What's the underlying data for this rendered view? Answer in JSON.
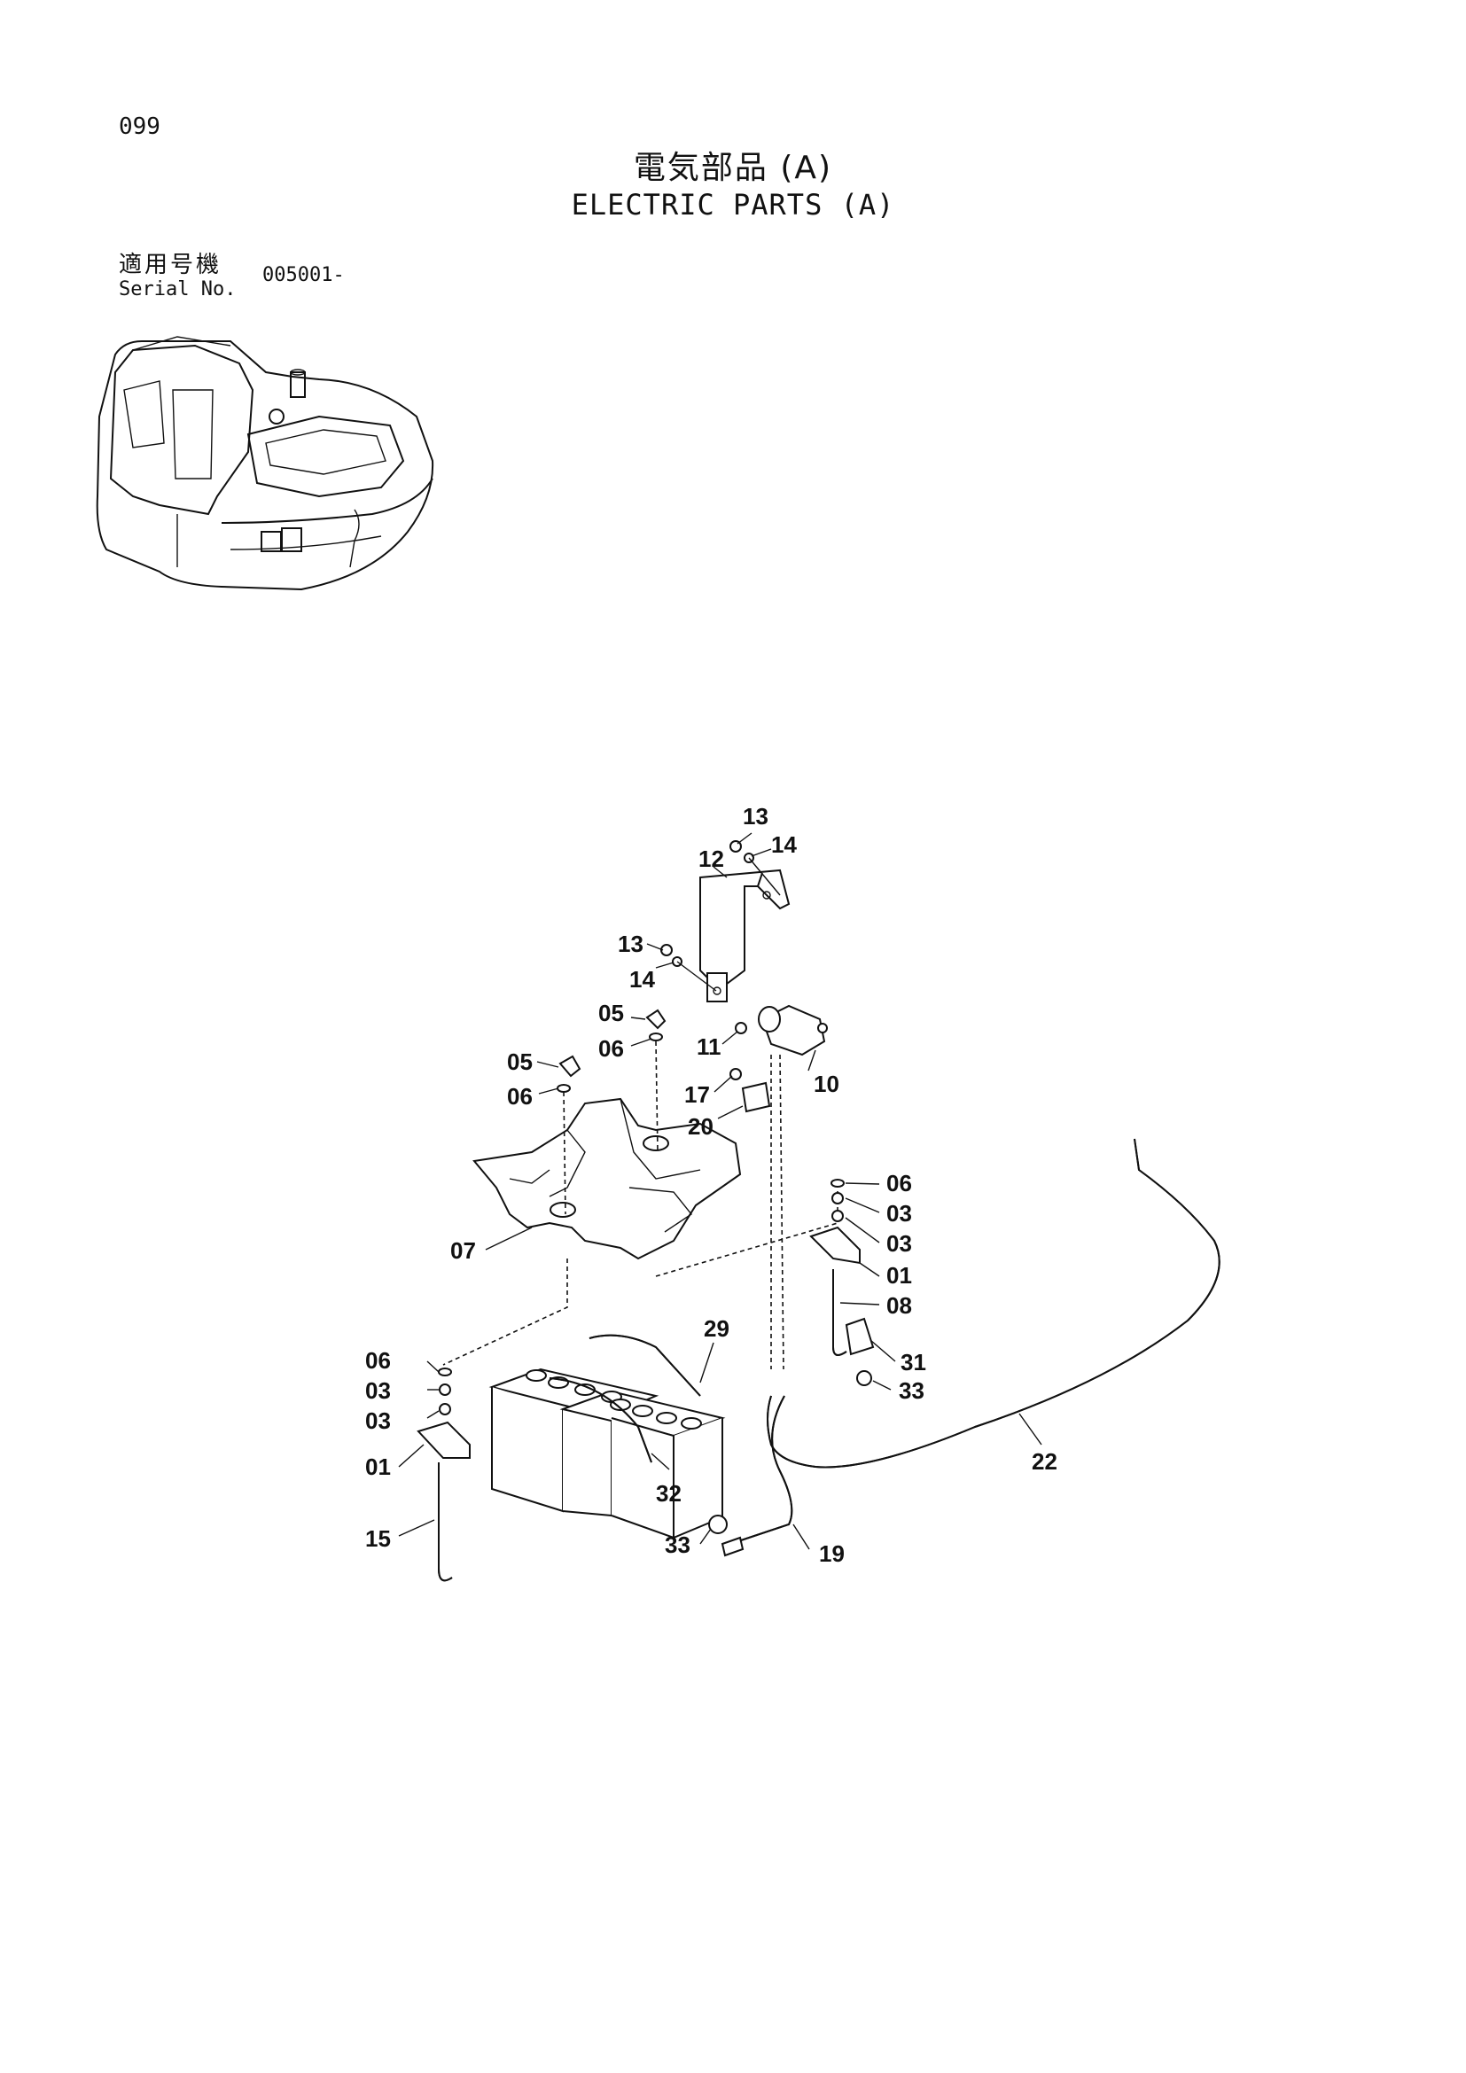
{
  "page_number": "099",
  "title_jp": "電気部品 (A)",
  "title_en": "ELECTRIC PARTS (A)",
  "serial_label_jp": "適用号機",
  "serial_label_en": "Serial No.",
  "serial_value": "005001-",
  "callouts": {
    "c13a": "13",
    "c14a": "14",
    "c12": "12",
    "c13b": "13",
    "c14b": "14",
    "c05a": "05",
    "c06a": "06",
    "c05b": "05",
    "c06b": "06",
    "c11": "11",
    "c10": "10",
    "c17": "17",
    "c20": "20",
    "c07": "07",
    "c06r": "06",
    "c03r1": "03",
    "c03r2": "03",
    "c01r": "01",
    "c08": "08",
    "c31": "31",
    "c33r": "33",
    "c29": "29",
    "c22": "22",
    "c06l": "06",
    "c03l1": "03",
    "c03l2": "03",
    "c01l": "01",
    "c15": "15",
    "c32": "32",
    "c33b": "33",
    "c19": "19"
  }
}
